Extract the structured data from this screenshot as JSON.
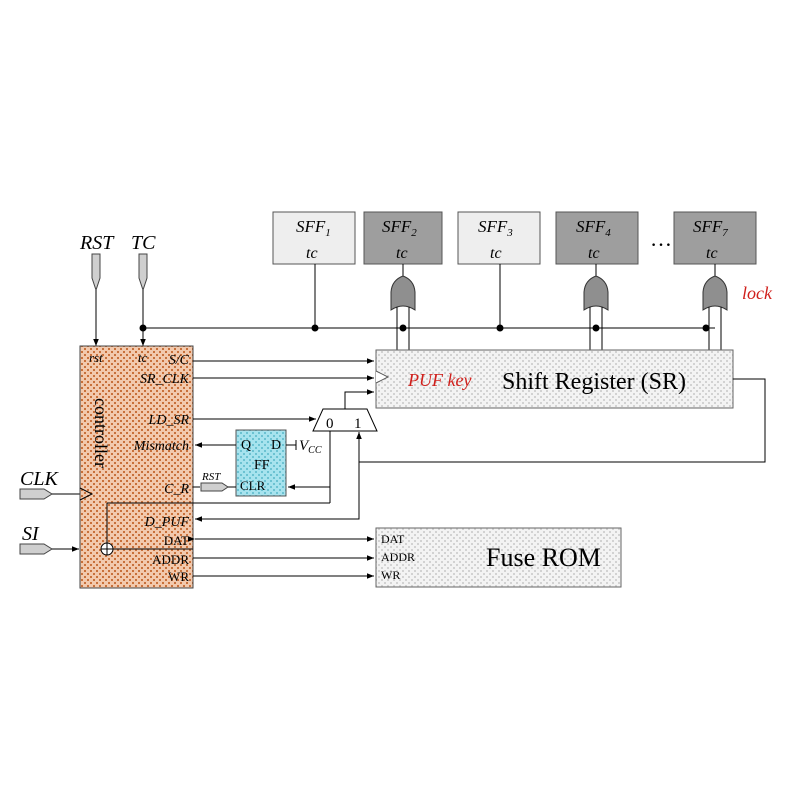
{
  "inputs": {
    "rst": "RST",
    "tc": "TC",
    "clk": "CLK",
    "si": "SI"
  },
  "sff": {
    "sff1": {
      "name": "SFF",
      "sub": "1",
      "port": "tc"
    },
    "sff2": {
      "name": "SFF",
      "sub": "2",
      "port": "tc"
    },
    "sff3": {
      "name": "SFF",
      "sub": "3",
      "port": "tc"
    },
    "sff4": {
      "name": "SFF",
      "sub": "4",
      "port": "tc"
    },
    "sff7": {
      "name": "SFF",
      "sub": "7",
      "port": "tc"
    },
    "ellipsis": "…"
  },
  "lock_label": "lock",
  "controller": {
    "title": "controller",
    "rst": "rst",
    "tc": "tc",
    "sc": "S/C",
    "sr_clk": "SR_CLK",
    "ld_sr": "LD_SR",
    "mismatch": "Mismatch",
    "c_r": "C_R",
    "d_puf": "D_PUF",
    "dat": "DAT",
    "addr": "ADDR",
    "wr": "WR"
  },
  "shift_register": {
    "key_label": "PUF key",
    "title": "Shift Register (SR)"
  },
  "mux": {
    "in0": "0",
    "in1": "1"
  },
  "ff": {
    "q": "Q",
    "d": "D",
    "name": "FF",
    "clr": "CLR",
    "rst": "RST",
    "vcc": "V",
    "vcc_sub": "CC"
  },
  "fuse_rom": {
    "title": "Fuse ROM",
    "dat": "DAT",
    "addr": "ADDR",
    "wr": "WR"
  },
  "colors": {
    "controller_fill": "#f2c9ad",
    "controller_hatch": "#c8703a",
    "sff_light": "#eeeeee",
    "sff_dark": "#9e9e9e",
    "ff_fill": "#a7e3ee",
    "sr_fill": "#ececec",
    "accent_red": "#d0201c"
  }
}
